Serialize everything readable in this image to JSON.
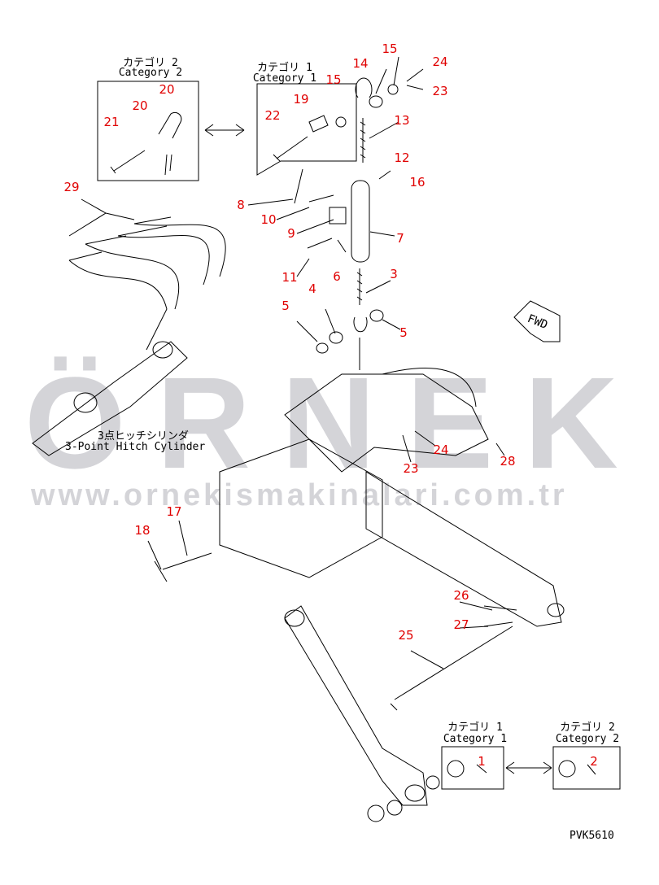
{
  "watermark": {
    "brand": "ÖRNEK",
    "url": "www.ornekismakinalari.com.tr"
  },
  "captions": {
    "cat2_top_jp": "カテゴリ 2",
    "cat2_top_en": "Category 2",
    "cat1_top_jp": "カテゴリ 1",
    "cat1_top_en": "Category 1",
    "cat1_bot_jp": "カテゴリ 1",
    "cat1_bot_en": "Category 1",
    "cat2_bot_jp": "カテゴリ 2",
    "cat2_bot_en": "Category 2",
    "cylinder_jp": "3点ヒッチシリンダ",
    "cylinder_en": "3-Point Hitch Cylinder",
    "fwd": "FWD",
    "drawing_code": "PVK5610"
  },
  "callouts": [
    "20",
    "20",
    "21",
    "22",
    "19",
    "15",
    "14",
    "15",
    "24",
    "23",
    "13",
    "12",
    "16",
    "8",
    "10",
    "9",
    "7",
    "11",
    "6",
    "3",
    "4",
    "5",
    "5",
    "29",
    "24",
    "23",
    "28",
    "17",
    "18",
    "26",
    "27",
    "25",
    "1",
    "2"
  ],
  "colors": {
    "callout": "#e00000",
    "line": "#000000",
    "watermark": "#d4d4d8"
  }
}
